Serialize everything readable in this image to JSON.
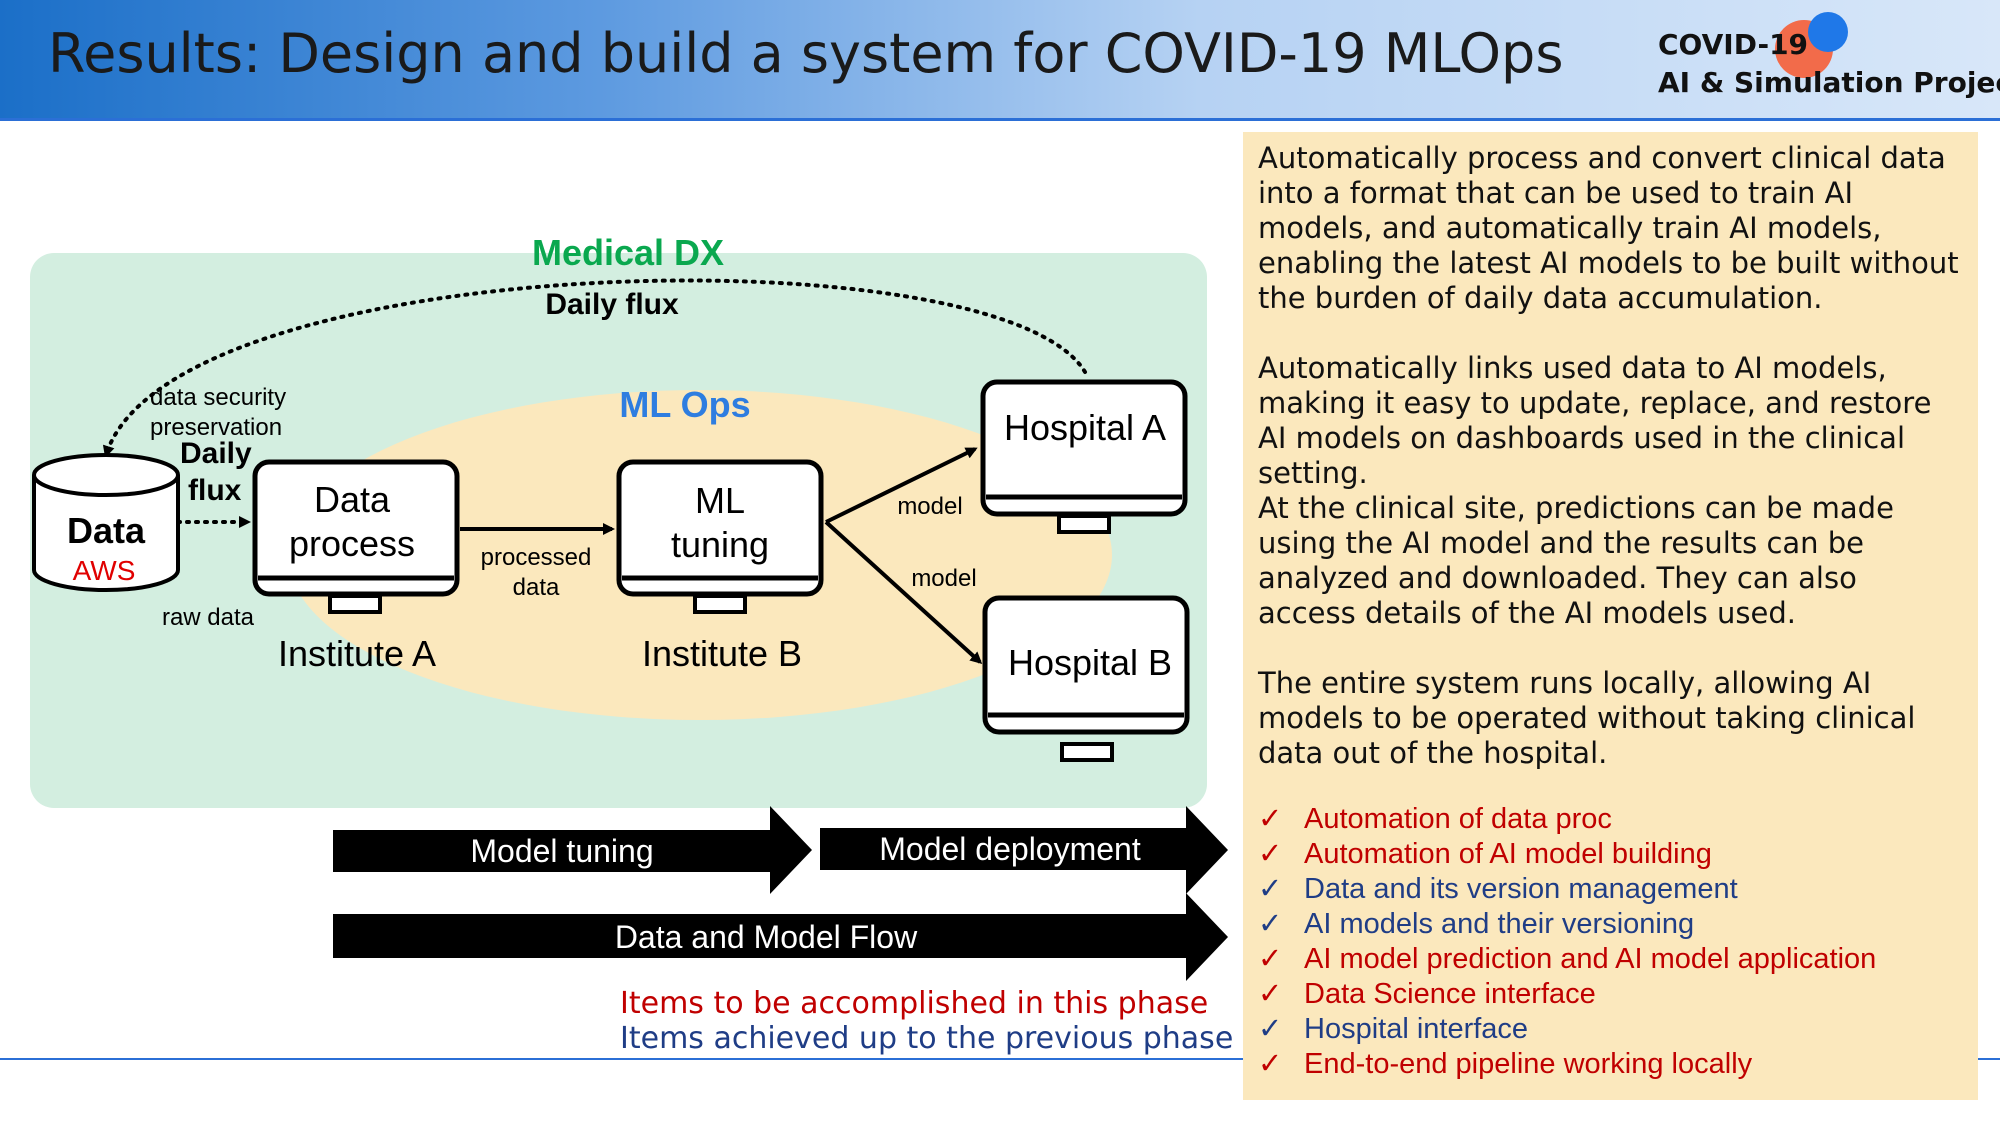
{
  "header": {
    "title": "Results: Design and build a system for COVID-19 MLOps",
    "logo_line1": "COVID-19",
    "logo_line2": "AI & Simulation Project"
  },
  "diagram": {
    "outer_title": "Medical DX",
    "outer_flux": "Daily flux",
    "inner_title": "ML Ops",
    "security_line1": "data security",
    "security_line2": "preservation",
    "flux_line1": "Daily",
    "flux_line2": "flux",
    "data_label": "Data",
    "data_sub": "AWS",
    "raw_data": "raw data",
    "process_line1": "Data",
    "process_line2": "process",
    "institute_a": "Institute A",
    "processed_line1": "processed",
    "processed_line2": "data",
    "ml_line1": "ML",
    "ml_line2": "tuning",
    "institute_b": "Institute B",
    "model_a": "model",
    "model_b": "model",
    "hospital_a": "Hospital A",
    "hospital_b": "Hospital B",
    "flow_tuning": "Model tuning",
    "flow_deployment": "Model deployment",
    "flow_all": "Data and Model Flow",
    "colors": {
      "outer_bg": "#d3eee0",
      "inner_bg": "#fbe8bd",
      "medical_dx": "#0aa84f",
      "ml_ops": "#2e7de0",
      "aws": "#e00000"
    }
  },
  "legend": {
    "red": "Items to be accomplished in this phase",
    "blue": "Items achieved up to the previous phase"
  },
  "panel": {
    "paragraphs": [
      "Automatically process and convert clinical data into a format that can be used to train AI models, and automatically train AI models, enabling the latest AI models to be built without the burden of daily data accumulation.",
      "Automatically links used data to AI models, making it easy to update, replace, and restore AI models on dashboards used in the clinical setting.",
      "At the clinical site, predictions can be made using the AI model and the results can be analyzed and downloaded. They can also access details of the AI models used.",
      "The entire system runs locally, allowing AI models to be operated without taking clinical data out of the hospital."
    ],
    "check_mark": "✓",
    "checklist": [
      {
        "text": "Automation of data proc",
        "status": "red"
      },
      {
        "text": "Automation of AI model building",
        "status": "red"
      },
      {
        "text": "Data and its version management",
        "status": "blue"
      },
      {
        "text": "AI models and their versioning",
        "status": "blue"
      },
      {
        "text": "AI model prediction and AI model application",
        "status": "red"
      },
      {
        "text": "Data Science interface",
        "status": "red"
      },
      {
        "text": "Hospital interface",
        "status": "blue"
      },
      {
        "text": "End-to-end pipeline working locally",
        "status": "red"
      }
    ]
  }
}
